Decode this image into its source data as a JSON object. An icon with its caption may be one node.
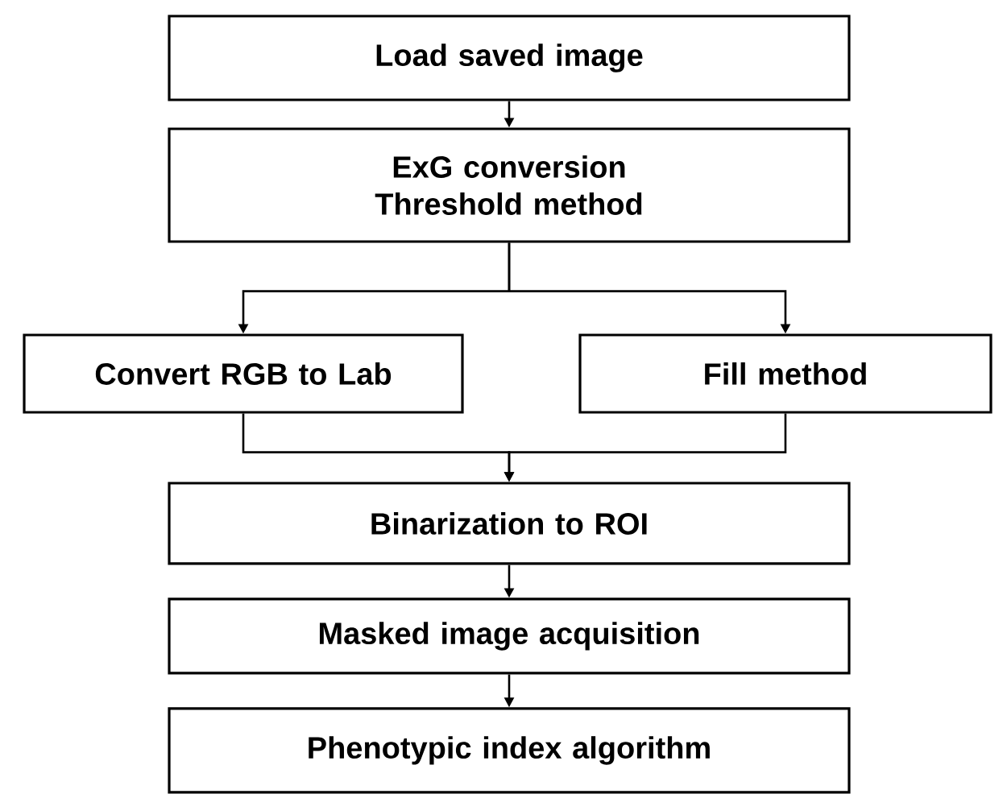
{
  "diagram": {
    "nodes": [
      {
        "text": [
          "Load saved image"
        ]
      },
      {
        "text": [
          "ExG conversion Threshold method"
        ]
      },
      {
        "text": [
          "Convert RGB to Lab"
        ]
      },
      {
        "text": [
          "Fill method"
        ]
      },
      {
        "text": [
          "Binarization to ROI"
        ]
      },
      {
        "text": [
          "Masked image acquisition"
        ]
      },
      {
        "text": [
          "Phenotypic index algorithm"
        ]
      }
    ],
    "edges": [
      {
        "from": 0,
        "to": 1,
        "arrow": "to"
      },
      {
        "from": 1,
        "to": 2,
        "arrow": "to"
      },
      {
        "from": 1,
        "to": 3,
        "arrow": "to"
      },
      {
        "from": 2,
        "to": 4,
        "arrow": "to"
      },
      {
        "from": 3,
        "to": 4,
        "arrow": "to"
      },
      {
        "from": 4,
        "to": 5,
        "arrow": "to"
      },
      {
        "from": 5,
        "to": 6,
        "arrow": "to"
      }
    ]
  }
}
